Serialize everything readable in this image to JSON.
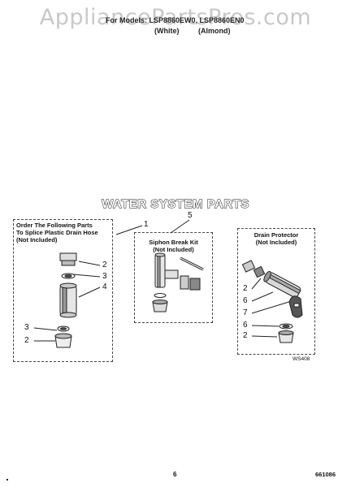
{
  "watermark": "AppliancePartsPros.com",
  "header": {
    "models_line": "For Models: LSP8860EW0, LSP8860EN0",
    "color_white": "(White)",
    "color_almond": "(Almond)"
  },
  "section_title": "WATER SYSTEM PARTS",
  "boxes": {
    "hose": {
      "line1": "Order The Following Parts",
      "line2": "To Splice Plastic Drain Hose",
      "line3": "(Not Included)"
    },
    "siphon": {
      "line1": "Siphon Break Kit",
      "line2": "(Not Included)"
    },
    "drain": {
      "line1": "Drain Protector",
      "line2": "(Not Included)"
    }
  },
  "callouts": {
    "c1": "1",
    "c5": "5",
    "hose_2a": "2",
    "hose_3a": "3",
    "hose_4": "4",
    "hose_3b": "3",
    "hose_2b": "2",
    "drain_2a": "2",
    "drain_6a": "6",
    "drain_7": "7",
    "drain_6b": "6",
    "drain_2b": "2"
  },
  "ws_code": "WS408",
  "footer": {
    "page_number": "6",
    "doc_number": "661086"
  }
}
